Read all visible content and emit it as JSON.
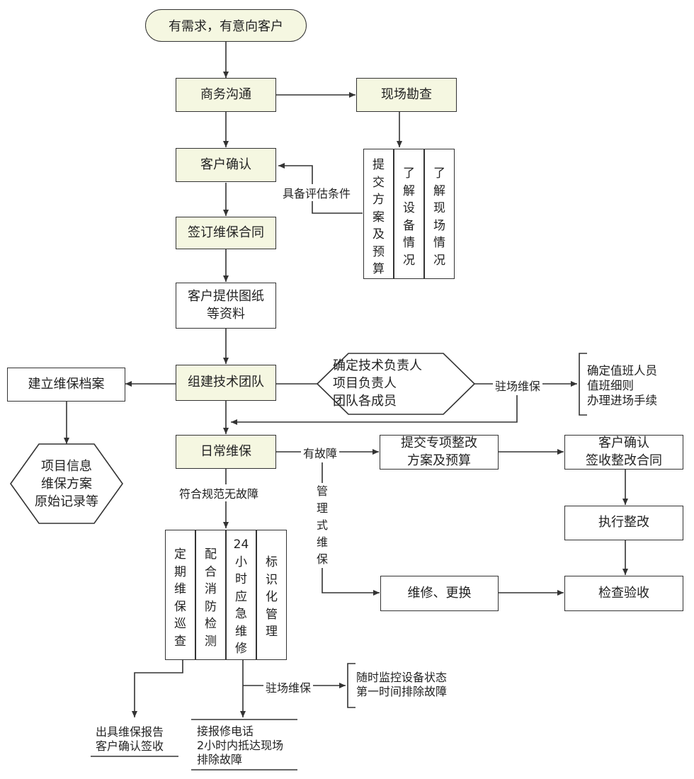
{
  "nodes": {
    "start": "有需求，有意向客户",
    "business": "商务沟通",
    "survey": "现场勘查",
    "confirm": "客户确认",
    "contract": "签订维保合同",
    "drawings": "客户提供图纸\n等资料",
    "team": "组建技术团队",
    "archive": "建立维保档案",
    "archive_items": "项目信息\n维保方案\n原始记录等",
    "team_roles": "确定技术负责人\n项目负责人\n团队各成员",
    "onsite_items": "确定值班人员\n值班细则\n办理进场手续",
    "daily": "日常维保",
    "rectify_plan": "提交专项整改\n方案及预算",
    "rectify_confirm": "客户确认\n签收整改合同",
    "execute": "执行整改",
    "repair": "维修、更换",
    "inspect": "检查验收",
    "report": "出具维保报告\n客户确认签收",
    "hotline": "接报修电话\n2小时内抵达现场\n排除故障",
    "monitor": "随时监控设备状态\n第一时间排除故障"
  },
  "survey_columns": [
    "提交方案及预算",
    "了解设备情况",
    "了解现场情况"
  ],
  "service_columns": [
    "定期维保巡查",
    "配合消防检测",
    "24小时应急维修",
    "标识化管理"
  ],
  "labels": {
    "assess": "具备评估条件",
    "onsite1": "驻场维保",
    "fault": "有故障",
    "managed": "管理式维保",
    "normal": "符合规范无故障",
    "onsite2": "驻场维保"
  },
  "colors": {
    "highlight": "#f5f7e1",
    "line": "#333333"
  }
}
